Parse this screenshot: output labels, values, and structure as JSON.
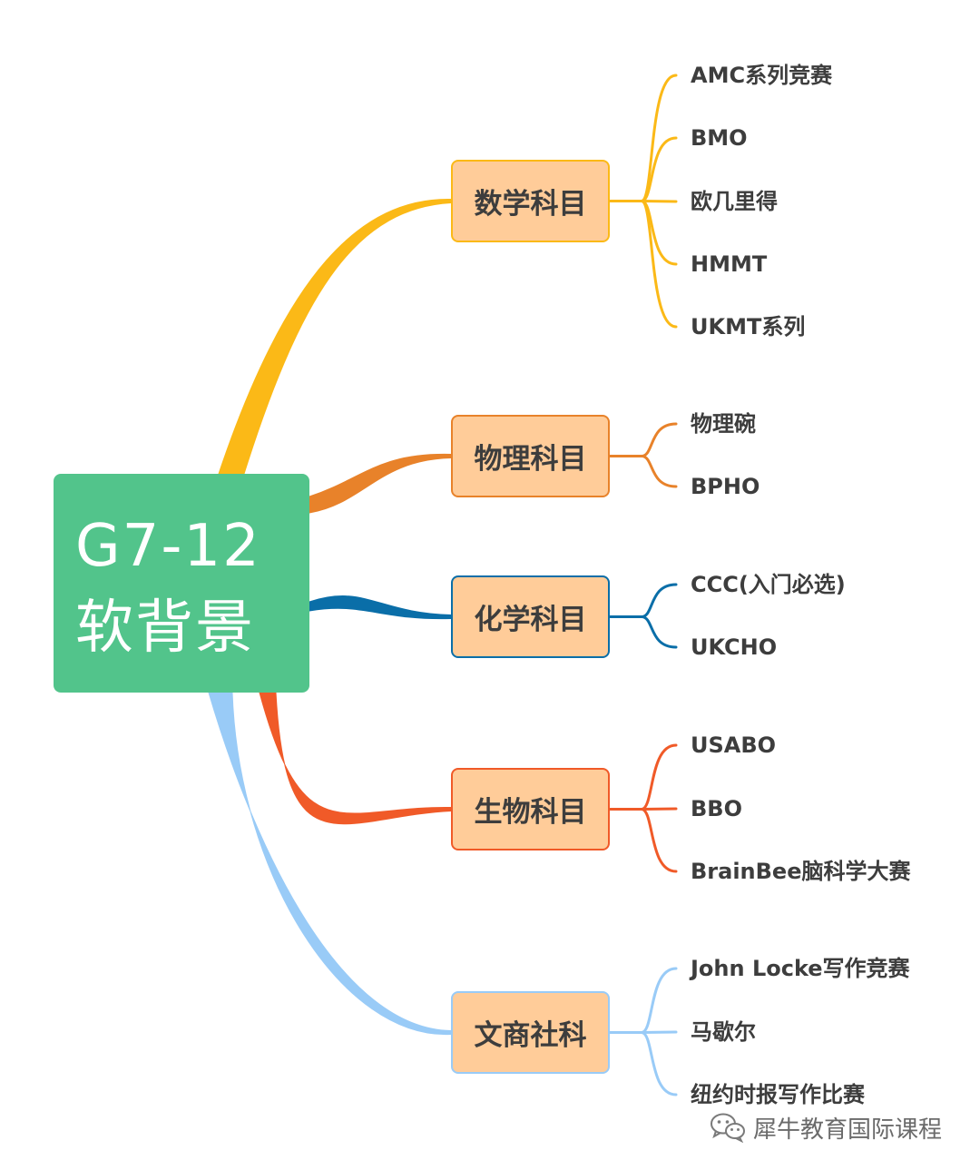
{
  "root": {
    "line1": "G7-12",
    "line2": "软背景",
    "color": "#52c48b"
  },
  "branches": [
    {
      "id": "math",
      "label": "数学科目",
      "color": "#fbb917",
      "leaves": [
        "AMC系列竞赛",
        "BMO",
        "欧几里得",
        "HMMT",
        "UKMT系列"
      ]
    },
    {
      "id": "physics",
      "label": "物理科目",
      "color": "#e8822a",
      "leaves": [
        "物理碗",
        "BPHO"
      ]
    },
    {
      "id": "chemistry",
      "label": "化学科目",
      "color": "#0a6ea8",
      "leaves": [
        "CCC(入门必选)",
        "UKCHO"
      ]
    },
    {
      "id": "biology",
      "label": "生物科目",
      "color": "#f05a28",
      "leaves": [
        "USABO",
        "BBO",
        "BrainBee脑科学大赛"
      ]
    },
    {
      "id": "humanities",
      "label": "文商社科",
      "color": "#99cbf7",
      "leaves": [
        "John Locke写作竞赛",
        "马歇尔",
        "纽约时报写作比赛"
      ]
    }
  ],
  "watermark": {
    "text": "犀牛教育国际课程",
    "icon": "wechat-icon"
  }
}
